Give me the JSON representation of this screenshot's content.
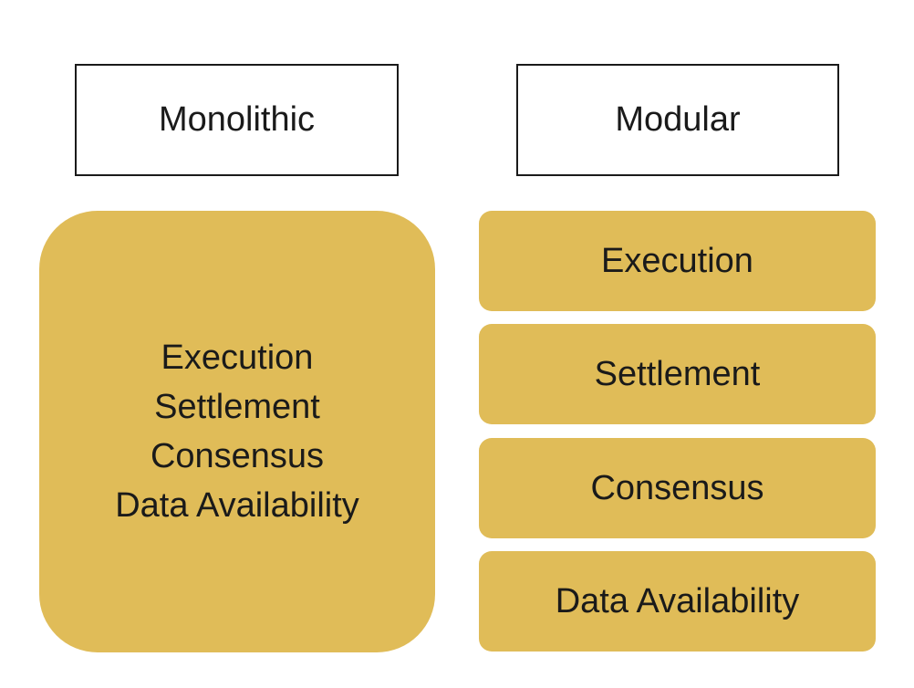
{
  "headers": {
    "left": "Monolithic",
    "right": "Modular"
  },
  "monolithic": {
    "lines": [
      "Execution",
      "Settlement",
      "Consensus",
      "Data Availability"
    ]
  },
  "modular": {
    "layers": [
      "Execution",
      "Settlement",
      "Consensus",
      "Data Availability"
    ]
  },
  "colors": {
    "block_fill": "#e0bc58",
    "border": "#1a1a1a",
    "text": "#1a1a1a",
    "background": "#ffffff"
  }
}
